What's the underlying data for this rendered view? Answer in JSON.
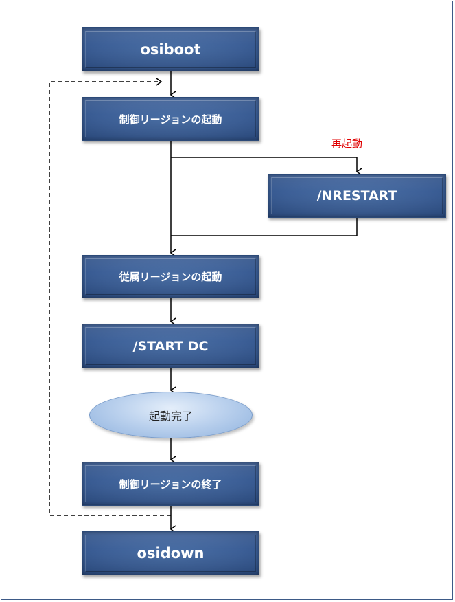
{
  "nodes": {
    "osiboot": "osiboot",
    "control_region_start": "制御リージョンの起動",
    "nrestart": "/NRESTART",
    "dependent_region_start": "従属リージョンの起動",
    "start_dc": "/START DC",
    "startup_complete": "起動完了",
    "control_region_end": "制御リージョンの終了",
    "osidown": "osidown"
  },
  "labels": {
    "restart": "再起動"
  },
  "colors": {
    "box_fill": "#3d6098",
    "box_border": "#2c4a78",
    "ellipse_fill": "#bcd2ee",
    "restart_label": "#e00000",
    "connector": "#000000"
  }
}
